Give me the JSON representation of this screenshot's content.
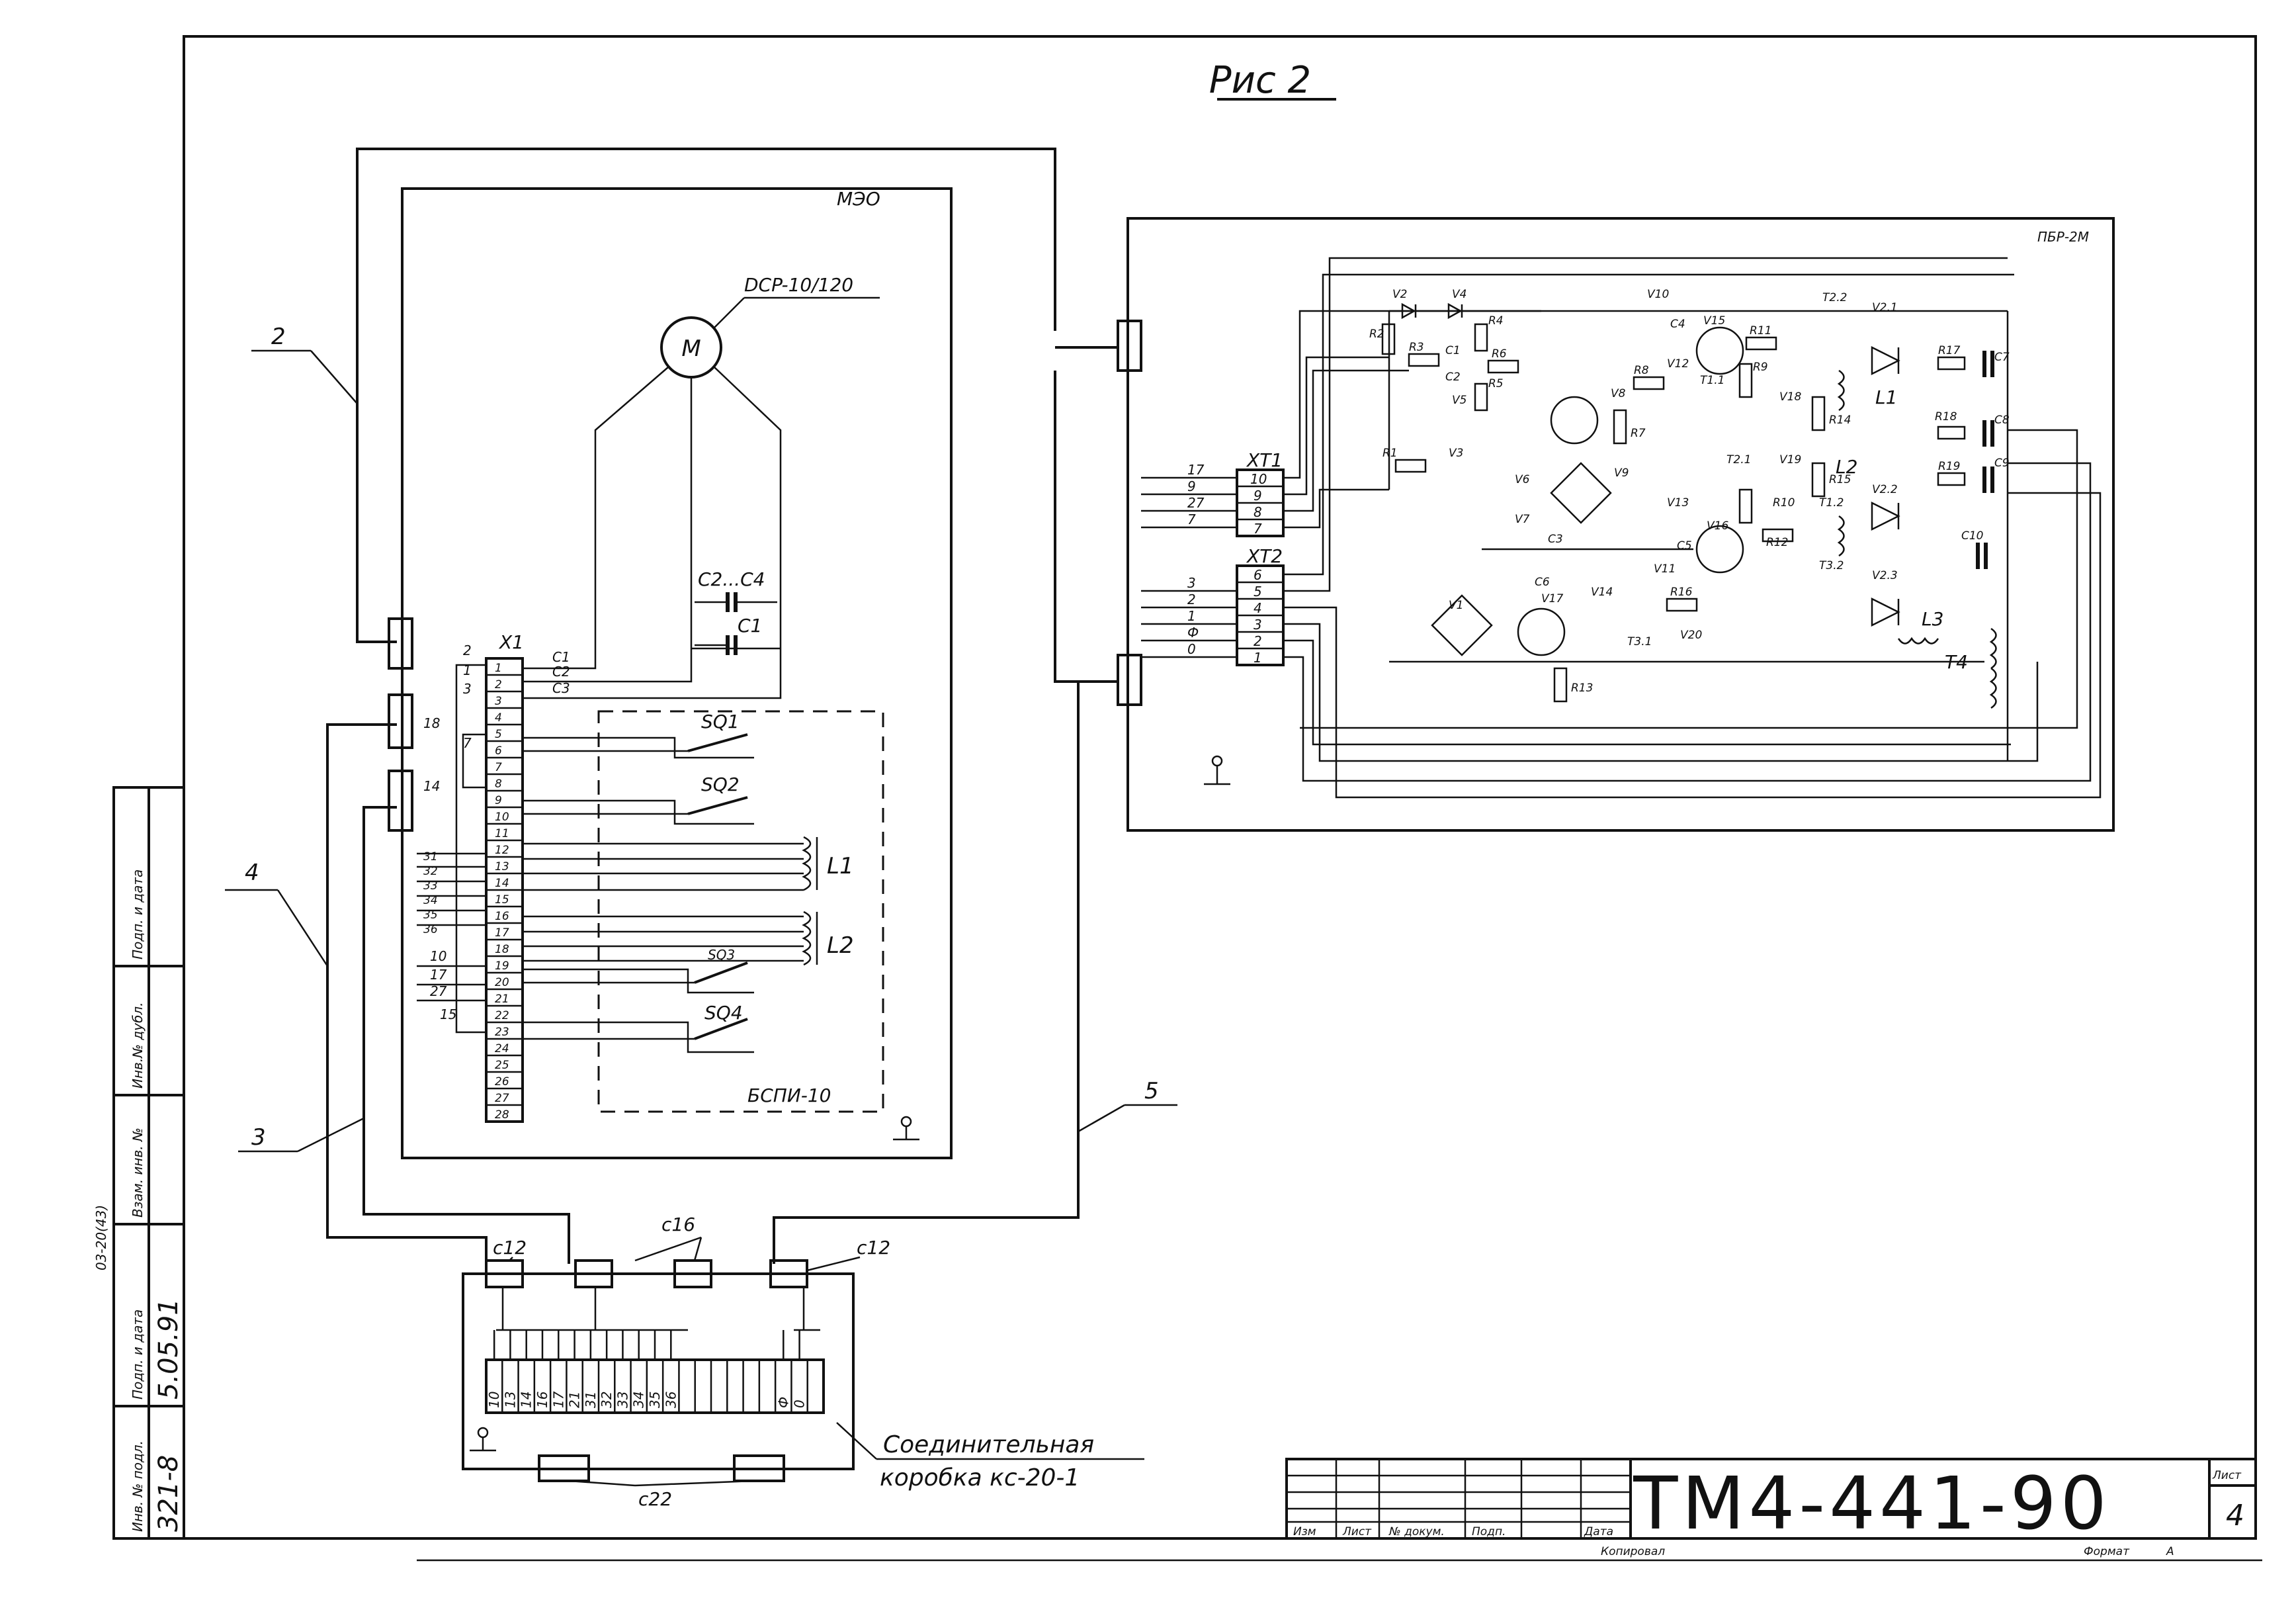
{
  "title": "Рис 2",
  "drawing": {
    "code": "ТМ4-441-90",
    "sheet_label": "Лист",
    "sheet_number": "4",
    "format_label": "Формат",
    "format_value": "А",
    "copied_label": "Копировал",
    "stamp_columns": [
      "Изм",
      "Лист",
      "№ докум.",
      "Подп.",
      "Дата"
    ]
  },
  "side_stamp": {
    "fields": [
      "Инв. № подл.",
      "Подп. и дата",
      "Взам. инв. №",
      "Инв.№ дубл.",
      "Подп. и дата"
    ],
    "inv_value": "321-8",
    "date_value": "5.05.91",
    "note": "03-20(43)"
  },
  "units": {
    "meo": "МЭО",
    "motor_type": "DCP-10/120",
    "motor_symbol": "M",
    "pbr": "ПБР-2М",
    "bspi": "БСПИ-10",
    "junction_box": "Соединительная",
    "junction_box2": "коробка  кс-20-1"
  },
  "cables": [
    "2",
    "3",
    "4",
    "5"
  ],
  "connectors": {
    "c12": "с12",
    "c16": "с16",
    "c22": "с22"
  },
  "meo_block": {
    "terminal_label": "X1",
    "terminals": [
      "1",
      "2",
      "3",
      "4",
      "5",
      "6",
      "7",
      "8",
      "9",
      "10",
      "11",
      "12",
      "13",
      "14",
      "15",
      "16",
      "17",
      "18",
      "19",
      "20",
      "21",
      "22",
      "23",
      "24",
      "25",
      "26",
      "27",
      "28"
    ],
    "motor_wires": [
      "C1",
      "C2",
      "C3"
    ],
    "capacitor_group": "C2...C4",
    "capacitor": "C1",
    "left_wires": [
      "2",
      "1",
      "3",
      "18",
      "7",
      "14",
      "31",
      "32",
      "33",
      "34",
      "35",
      "36",
      "10",
      "17",
      "27",
      "15"
    ],
    "switches": [
      "SQ1",
      "SQ2",
      "SQ3",
      "SQ4"
    ],
    "inductors": [
      "L1",
      "L2"
    ]
  },
  "pbr_block": {
    "xt1_label": "XT1",
    "xt1_pins": [
      "10",
      "9",
      "8",
      "7"
    ],
    "xt1_wires": [
      "17",
      "9",
      "27",
      "7"
    ],
    "xt2_label": "XT2",
    "xt2_pins": [
      "6",
      "5",
      "4",
      "3",
      "2",
      "1"
    ],
    "xt2_wires": [
      "3",
      "2",
      "1",
      "Ф",
      "0"
    ],
    "components": [
      "V1",
      "V2",
      "V3",
      "V4",
      "V5",
      "V6",
      "V7",
      "V8",
      "V9",
      "V10",
      "V11",
      "V12",
      "V13",
      "V14",
      "V15",
      "V16",
      "V17",
      "V18",
      "V19",
      "V20",
      "V2.1",
      "V2.2",
      "V2.3",
      "R1",
      "R2",
      "R3",
      "R4",
      "R5",
      "R6",
      "R7",
      "R8",
      "R9",
      "R10",
      "R11",
      "R12",
      "R13",
      "R14",
      "R15",
      "R16",
      "R17",
      "R18",
      "R19",
      "C1",
      "C2",
      "C3",
      "C4",
      "C5",
      "C6",
      "C7",
      "C8",
      "C9",
      "C10",
      "T1.1",
      "T1.2",
      "T2.1",
      "T2.2",
      "T3.1",
      "T3.2",
      "T4",
      "L1",
      "L2",
      "L3"
    ]
  },
  "junction_terminals": [
    "10",
    "13",
    "14",
    "16",
    "17",
    "21",
    "31",
    "32",
    "33",
    "34",
    "35",
    "36",
    "Ф",
    "0"
  ]
}
